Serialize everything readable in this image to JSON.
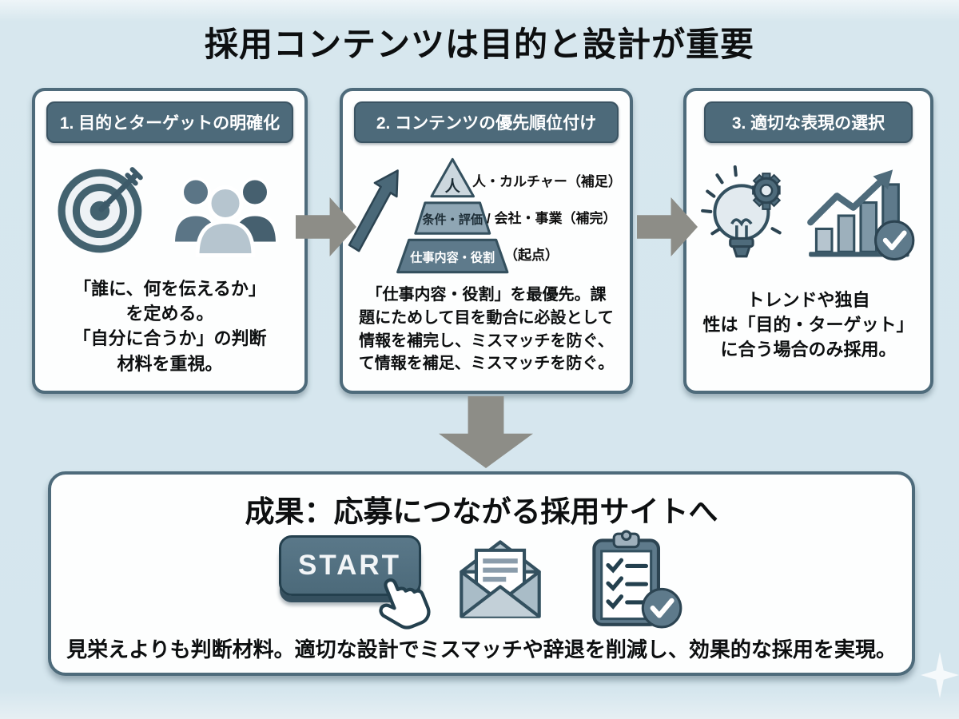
{
  "title": "採用コンテンツは目的と設計が重要",
  "colors": {
    "background": "#d7e7ee",
    "box_border": "#4e6b7b",
    "header_pill": "#4d6a7a",
    "arrow_gray": "#8d8d87",
    "tier_top": "#ccd7de",
    "tier_mid": "#8fa6b4",
    "tier_bottom": "#5e7a8b",
    "button": "#4c6a7a"
  },
  "steps": [
    {
      "header": "1. 目的とターゲットの明確化",
      "icons": [
        "target-icon",
        "people-icon"
      ],
      "body": "「誰に、何を伝えるか」\nを定める。\n「自分に合うか」の判断\n材料を重視。"
    },
    {
      "header": "2. コンテンツの優先順位付け",
      "icons": [
        "up-arrow-icon",
        "pyramid"
      ],
      "pyramid": [
        {
          "inside": "人",
          "label": "人・カルチャー（補足）"
        },
        {
          "inside": "条件・評価",
          "label": "/ 会社・事業（補完）"
        },
        {
          "inside": "仕事内容・役割",
          "label": "（起点）"
        }
      ],
      "body": "「仕事内容・役割」を最優先。課\n題にためして目を動合に必設として\n情報を補完し、ミスマッチを防ぐ、\nて情報を補足、ミスマッチを防ぐ。"
    },
    {
      "header": "3. 適切な表現の選択",
      "icons": [
        "lightbulb-gear-icon",
        "growth-chart-icon"
      ],
      "body": "トレンドや独自\n性は「目的・ターゲット」\nに合う場合のみ採用。"
    }
  ],
  "result": {
    "title": "成果：応募につながる採用サイトへ",
    "start_label": "START",
    "icons": [
      "start-button",
      "hand-cursor-icon",
      "envelope-icon",
      "clipboard-check-icon"
    ],
    "footer": "見栄えよりも判断材料。適切な設計でミスマッチや辞退を削減し、効果的な採用を実現。"
  }
}
